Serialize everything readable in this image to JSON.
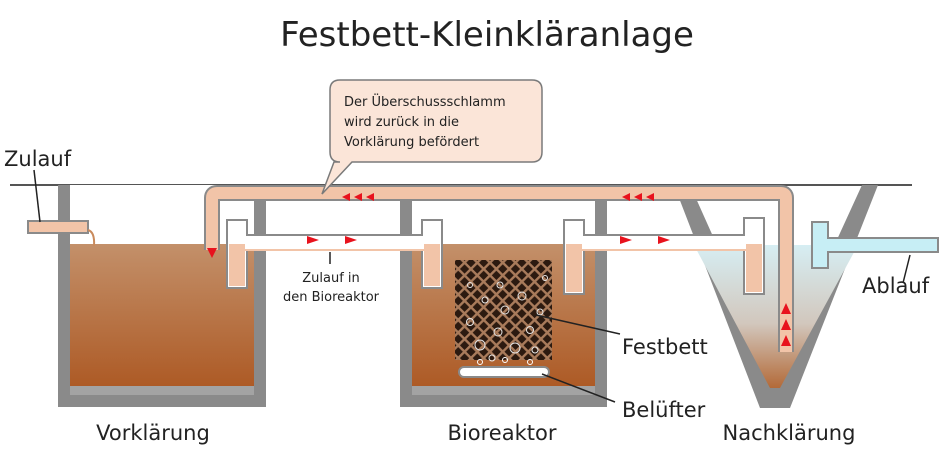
{
  "title": "Festbett-Kleinkläranlage",
  "callout": {
    "line1": "Der Überschussschlamm",
    "line2": "wird zurück in die",
    "line3": "Vorklärung befördert"
  },
  "labels": {
    "inflow": "Zulauf",
    "inflow_to_reactor_line1": "Zulauf in",
    "inflow_to_reactor_line2": "den Bioreaktor",
    "fixed_bed": "Festbett",
    "aerator": "Belüfter",
    "outflow": "Ablauf"
  },
  "chambers": {
    "pre_clarification": "Vorklärung",
    "bioreactor": "Bioreaktor",
    "secondary_clarification": "Nachklärung"
  },
  "colors": {
    "wall": "#8a8a8a",
    "sludge_top": "#c08a5c",
    "sludge_bottom": "#b05f2c",
    "pipe_fill": "#f2c4a8",
    "pipe_stroke": "#8a8a8a",
    "clear_water": "#d6eef3",
    "outflow_pipe": "#c7eef5",
    "flow_arrow": "#e8121d",
    "callout_fill": "#fbe5d8",
    "fixed_bed_dark": "#2c1a10"
  },
  "icons": {
    "flow_arrow": "red-triangle-arrow-icon",
    "bubbles": "air-bubble-icon"
  }
}
